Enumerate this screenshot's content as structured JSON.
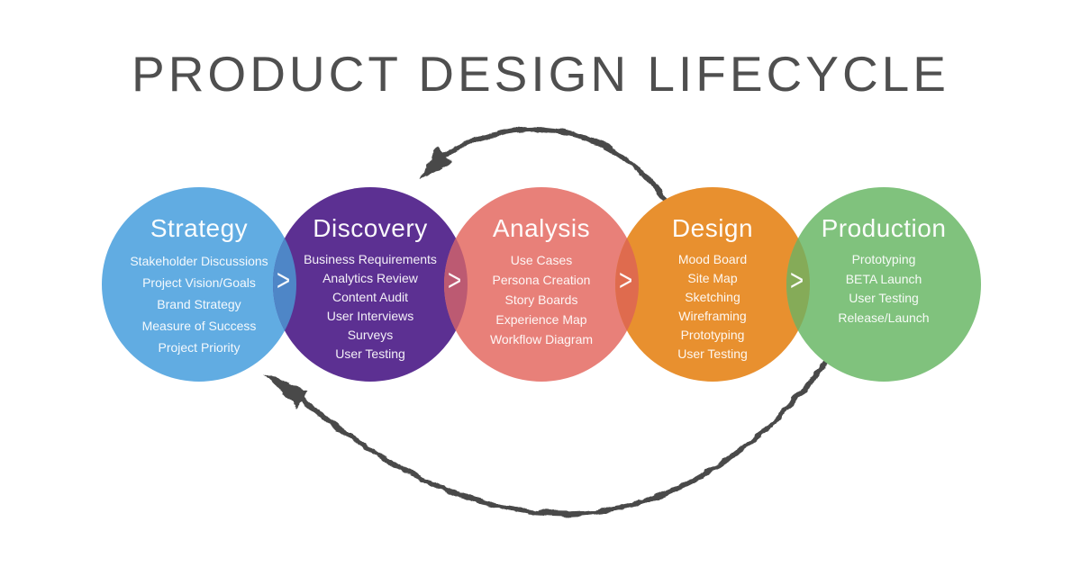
{
  "title": "PRODUCT DESIGN LIFECYCLE",
  "chevron_glyph": ">",
  "colors": {
    "background": "#ffffff",
    "title_color": "#4f4f4f",
    "arrow": "#4a4a4a",
    "circle_text": "#ffffff"
  },
  "stages": [
    {
      "name": "Strategy",
      "color": "#61ACE2",
      "items": [
        "Stakeholder Discussions",
        "Project Vision/Goals",
        "Brand Strategy",
        "Measure of Success",
        "Project Priority"
      ]
    },
    {
      "name": "Discovery",
      "color": "#5C3092",
      "items": [
        "Business Requirements",
        "Analytics Review",
        "Content Audit",
        "User Interviews",
        "Surveys",
        "User Testing"
      ]
    },
    {
      "name": "Analysis",
      "color": "#E88079",
      "items": [
        "Use Cases",
        "Persona Creation",
        "Story Boards",
        "Experience Map",
        "Workflow Diagram"
      ]
    },
    {
      "name": "Design",
      "color": "#E8902F",
      "items": [
        "Mood Board",
        "Site Map",
        "Sketching",
        "Wireframing",
        "Prototyping",
        "User Testing"
      ]
    },
    {
      "name": "Production",
      "color": "#80C27D",
      "items": [
        "Prototyping",
        "BETA Launch",
        "User Testing",
        "Release/Launch"
      ]
    }
  ],
  "overlaps": [
    {
      "between": "Strategy-Discovery",
      "color": "#4E86C7"
    },
    {
      "between": "Discovery-Analysis",
      "color": "#BC5A72"
    },
    {
      "between": "Analysis-Design",
      "color": "#DF6B4E"
    },
    {
      "between": "Design-Production",
      "color": "#85AB58"
    }
  ]
}
